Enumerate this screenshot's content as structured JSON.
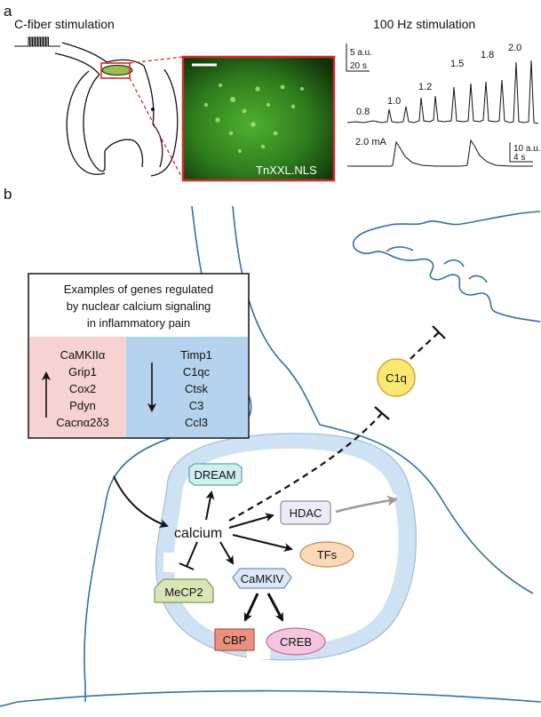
{
  "panel_a": {
    "label": "a",
    "stimulation_title": "C-fiber stimulation",
    "trace_title": "100 Hz stimulation",
    "micrograph_label": "TnXXL.NLS",
    "scalebar_top": [
      "5 a.u.",
      "20 s"
    ],
    "scalebar_bottom": [
      "10 a.u.",
      "4 s"
    ],
    "current_labels": [
      "0.8",
      "1.0",
      "1.2",
      "1.5",
      "1.8",
      "2.0"
    ],
    "bottom_current_label": "2.0 mA",
    "colors": {
      "highlight": "#d62b2b",
      "dorsal_horn": "#9bbf4a",
      "fluorescence": "#2f8a1e"
    }
  },
  "panel_b": {
    "label": "b",
    "gene_box": {
      "title_lines": [
        "Examples of genes regulated",
        "by nuclear calcium signaling",
        "in inflammatory pain"
      ],
      "up_genes": [
        "CaMKIIα",
        "Grip1",
        "Cox2",
        "Pdyn",
        "Cacnα2δ3"
      ],
      "down_genes": [
        "Timp1",
        "C1qc",
        "Ctsk",
        "C3",
        "Ccl3"
      ],
      "up_arrow_icon": "arrow-up-icon",
      "down_arrow_icon": "arrow-down-icon",
      "colors": {
        "up_bg": "#f7d2d2",
        "down_bg": "#b5d3ee"
      }
    },
    "nodes": {
      "calcium": "calcium",
      "dream": "DREAM",
      "hdac": "HDAC",
      "tfs": "TFs",
      "camkiv": "CaMKIV",
      "mecp2": "MeCP2",
      "cbp": "CBP",
      "creb": "CREB",
      "c1q": "C1q"
    },
    "colors": {
      "cell_outline": "#2f6fb0",
      "nucleus_fill": "#cfe2f4",
      "dream": "#cfeef0",
      "hdac": "#eeeaf4",
      "tfs": "#fbd9b8",
      "camkiv": "#dde8f6",
      "mecp2": "#d9e6b8",
      "cbp": "#e9907e",
      "creb": "#f5c6de",
      "c1q": "#fbe870"
    }
  }
}
